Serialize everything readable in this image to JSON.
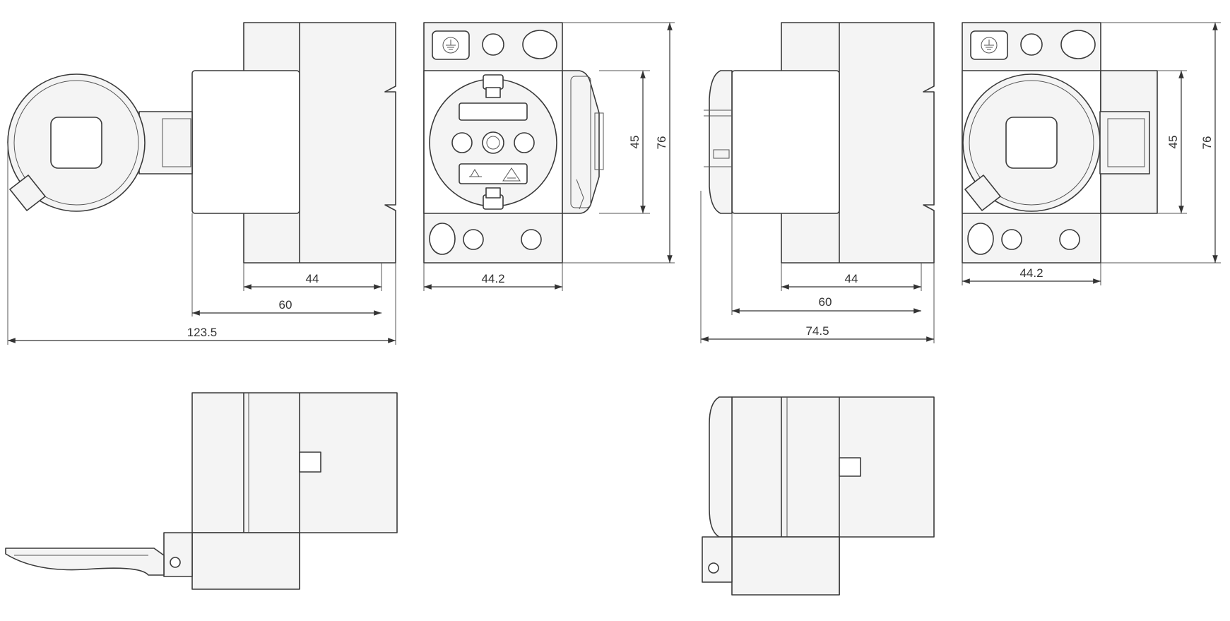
{
  "dimensions": {
    "left_width_rail": "44",
    "left_width_body": "60",
    "left_width_total": "123.5",
    "left_front_width": "44.2",
    "left_height_inner": "45",
    "left_height_total": "76",
    "right_width_rail": "44",
    "right_width_body": "60",
    "right_width_total": "74.5",
    "right_front_width": "44.2",
    "right_height_inner": "45",
    "right_height_total": "76"
  },
  "icons": [
    "earth-ground-symbol",
    "schuko-socket",
    "socket-lid",
    "child-protection-symbol",
    "warning-triangle-symbol"
  ]
}
